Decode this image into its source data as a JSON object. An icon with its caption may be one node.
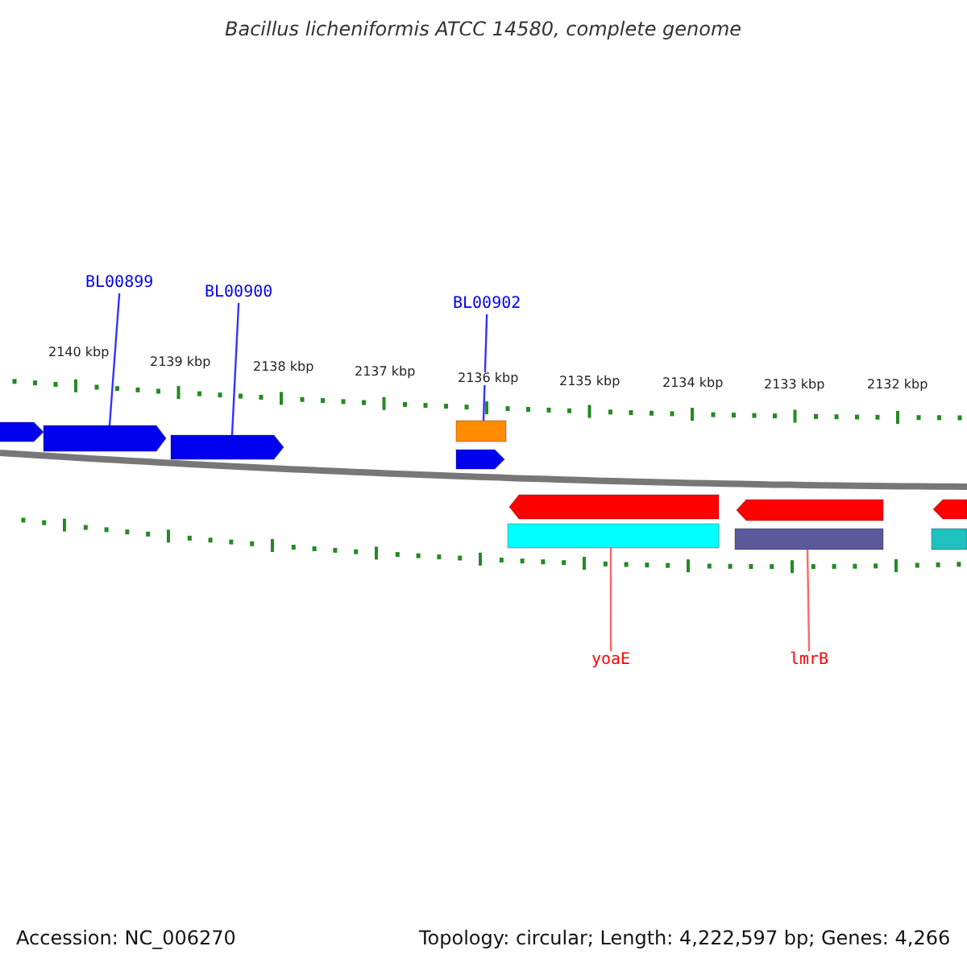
{
  "diagram": {
    "title": "Bacillus licheniformis ATCC 14580, complete genome",
    "nodes": [
      {
        "text": [
          "BL00899"
        ]
      },
      {
        "text": [
          "BL00900"
        ]
      },
      {
        "text": [
          "BL00902"
        ]
      },
      {
        "text": [
          "yoaE"
        ]
      },
      {
        "text": [
          "lmrB"
        ]
      },
      {
        "text": [],
        "shape": "arrow"
      },
      {
        "text": [],
        "shape": "arrow"
      },
      {
        "text": [],
        "shape": "bar"
      },
      {
        "text": [],
        "shape": "bar"
      },
      {
        "text": [],
        "shape": "bar"
      },
      {
        "text": [],
        "shape": "arrow"
      },
      {
        "text": [],
        "shape": "arrow"
      }
    ],
    "edges": [
      {
        "from": 0,
        "to": 5,
        "arrow": "none"
      },
      {
        "from": 1,
        "to": 6,
        "arrow": "none"
      },
      {
        "from": 2,
        "to": 7,
        "arrow": "none"
      },
      {
        "from": 3,
        "to": 8,
        "arrow": "none",
        "color": "#ff6666"
      },
      {
        "from": 4,
        "to": 9,
        "arrow": "none",
        "color": "#ff6666"
      }
    ],
    "labels": [
      "2140 kbp",
      "2139 kbp",
      "2138 kbp",
      "2137 kbp",
      "2136 kbp",
      "2135 kbp",
      "2134 kbp",
      "2133 kbp",
      "2132 kbp",
      "Accession: NC_006270",
      "Topology: circular; Length: 4,222,597 bp; Genes: 4,266"
    ]
  }
}
